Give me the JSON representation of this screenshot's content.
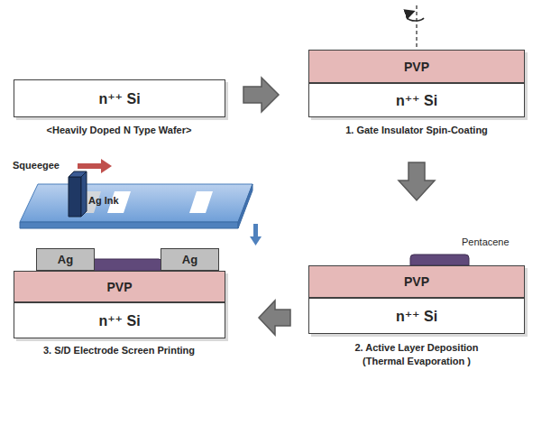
{
  "diagram": {
    "nodes": [
      {
        "text": [
          "n⁺⁺ Si"
        ]
      },
      {
        "text": [
          "PVP"
        ]
      },
      {
        "text": [
          "n⁺⁺ Si"
        ]
      },
      {
        "text": [
          "Ag"
        ]
      },
      {
        "text": [
          "Ag"
        ]
      },
      {
        "text": [
          "PVP"
        ]
      },
      {
        "text": [
          "n⁺⁺ Si"
        ]
      },
      {
        "text": [
          "PVP"
        ]
      },
      {
        "text": [
          "n⁺⁺ Si"
        ]
      }
    ],
    "labels": [
      "<Heavily Doped N Type Wafer>",
      "1. Gate Insulator Spin-Coating",
      "Squeegee",
      "Ag Ink",
      "3. S/D Electrode Screen Printing",
      "Pentacene",
      "2. Active Layer Deposition",
      "(Thermal Evaporation )"
    ]
  }
}
